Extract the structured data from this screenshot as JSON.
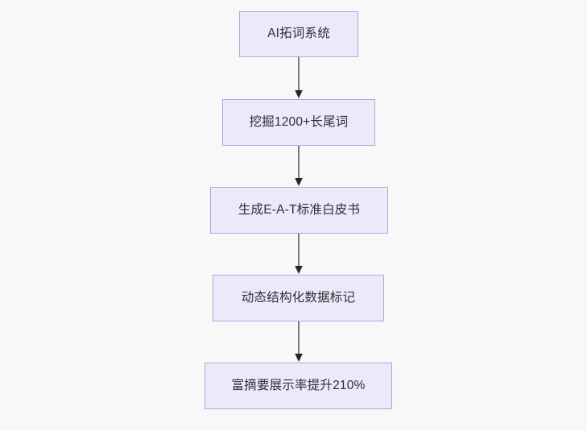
{
  "diagram": {
    "type": "flowchart",
    "orientation": "top-to-bottom",
    "background_color": "#f8f8f8",
    "node_fill_color": "#ece9fb",
    "node_border_color": "#b8a4d9",
    "node_text_color": "#2f2f33",
    "connector_color": "#7c7c7c",
    "arrowhead_color": "#252525",
    "nodes": [
      {
        "id": "n1",
        "label": "AI拓词系统"
      },
      {
        "id": "n2",
        "label": "挖掘1200+长尾词"
      },
      {
        "id": "n3",
        "label": "生成E-A-T标准白皮书"
      },
      {
        "id": "n4",
        "label": "动态结构化数据标记"
      },
      {
        "id": "n5",
        "label": "富摘要展示率提升210%"
      }
    ],
    "edges": [
      {
        "from": "n1",
        "to": "n2",
        "label": ""
      },
      {
        "from": "n2",
        "to": "n3",
        "label": ""
      },
      {
        "from": "n3",
        "to": "n4",
        "label": ""
      },
      {
        "from": "n4",
        "to": "n5",
        "label": ""
      }
    ]
  }
}
